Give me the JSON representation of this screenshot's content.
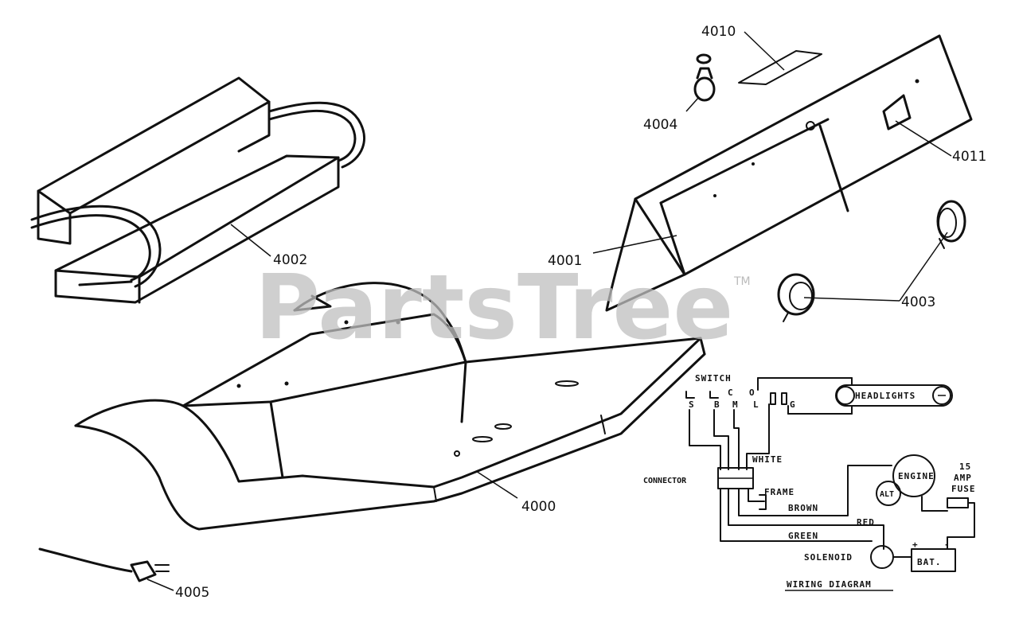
{
  "watermark": {
    "text": "PartsTree",
    "tm": "TM"
  },
  "parts": {
    "p4000": "4000",
    "p4001": "4001",
    "p4002": "4002",
    "p4003": "4003",
    "p4004": "4004",
    "p4005": "4005",
    "p4010": "4010",
    "p4011": "4011"
  },
  "wiring": {
    "switch": "SWITCH",
    "terminals": {
      "c": "C",
      "o": "O",
      "s": "S",
      "b": "B",
      "m": "M",
      "l": "L",
      "g": "G"
    },
    "headlights": "HEADLIGHTS",
    "white": "WHITE",
    "connector": "CONNECTOR",
    "frame": "FRAME",
    "brown": "BROWN",
    "engine": "ENGINE",
    "alt": "ALT",
    "fuse_amp": "15",
    "fuse_label1": "AMP",
    "fuse_label2": "FUSE",
    "red": "RED",
    "green": "GREEN",
    "solenoid": "SOLENOID",
    "bat": "BAT.",
    "plus": "+",
    "minus": "-",
    "title": "WIRING DIAGRAM"
  }
}
